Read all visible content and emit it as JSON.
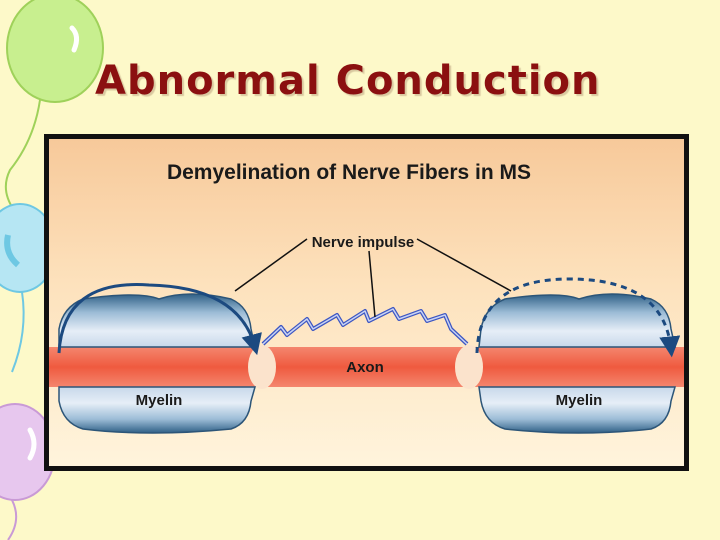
{
  "slide": {
    "title": "Abnormal Conduction"
  },
  "figure": {
    "heading": "Demyelination of Nerve Fibers in MS",
    "impulse_label": "Nerve impulse",
    "axon_label": "Axon",
    "myelin_left_label": "Myelin",
    "myelin_right_label": "Myelin"
  },
  "colors": {
    "title": "#8b1010",
    "axon": "#f0634a",
    "myelin_light": "#dfe9f5",
    "myelin_dark": "#3e6a8c",
    "impulse_arrow": "#1c4a80",
    "spark": "#3d56c2"
  }
}
